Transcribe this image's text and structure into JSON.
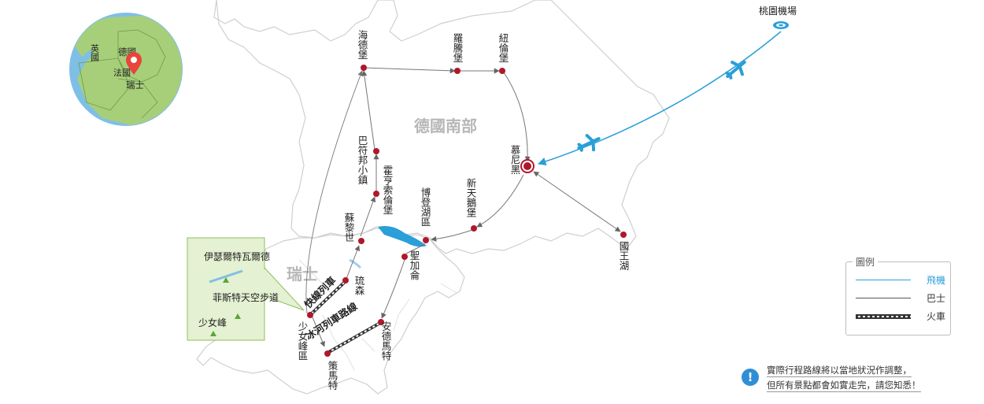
{
  "map": {
    "region_germany_south": "德國南部",
    "region_switzerland": "瑞士",
    "airport": "桃園機場",
    "cities": {
      "heidelberg": "海德堡",
      "rothenburg": "羅騰堡",
      "nuremberg": "紐倫堡",
      "munich": "慕尼黑",
      "neuschwanstein": "新天鵝堡",
      "konigssee": "國王湖",
      "bodensee": "博登湖區",
      "stgallen": "聖加侖",
      "hohenzollern": "霍亨索倫堡",
      "babenhausen": "巴符邦小鎮",
      "zurich": "蘇黎世",
      "lucerne": "琉森",
      "jungfrau": "少女峰區",
      "andermatt": "安德馬特",
      "zermatt": "策馬特"
    },
    "trains": {
      "express": "快線列車",
      "glacier": "冰河列車路線"
    },
    "inset_mountains": {
      "eiger": "伊瑟爾特瓦爾德",
      "first": "菲斯特天空步道",
      "jungfrau_peak": "少女峰"
    }
  },
  "locator": {
    "uk": "英國",
    "germany": "德國",
    "france": "法國",
    "switzerland": "瑞士"
  },
  "legend": {
    "title": "圖例",
    "flight": "飛機",
    "bus": "巴士",
    "train": "火車"
  },
  "note": {
    "icon": "!",
    "line1": "實際行程路線將以當地狀況作調整，",
    "line2": "但所有景點都會如實走完，請您知悉！"
  },
  "colors": {
    "flight": "#2a9fd8",
    "city_dot": "#b0182a",
    "lake": "#2a9fd8",
    "inset_bg": "#e4f1d2",
    "inset_border": "#8fbf5a",
    "globe_sea": "#7fbfe6",
    "globe_land": "#a7cf7a"
  }
}
